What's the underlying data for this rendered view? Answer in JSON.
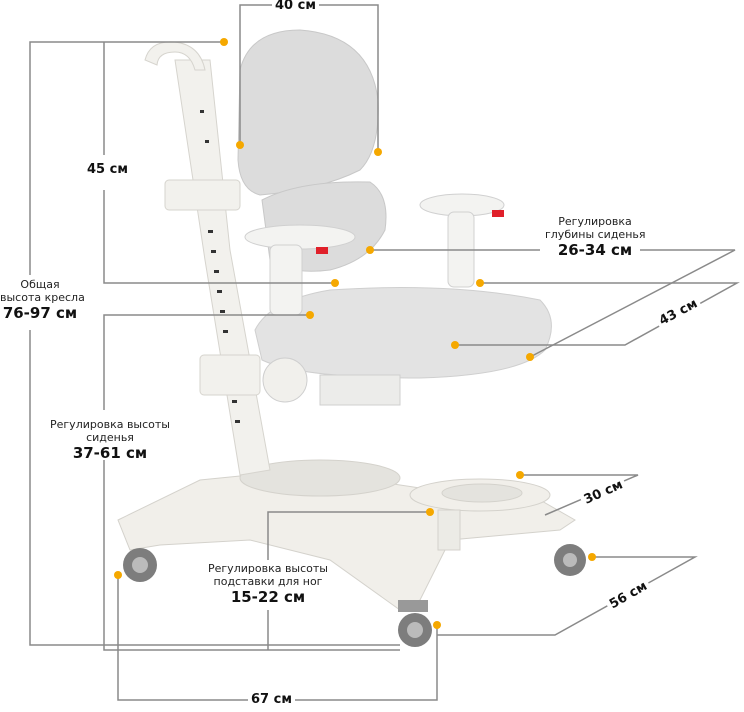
{
  "colors": {
    "line": "#8a8a8a",
    "dot": "#f5a800",
    "chair": "#e6e6e6",
    "mesh": "#d9d9d9",
    "frame": "#f1efea",
    "accent_red": "#e0202a"
  },
  "dimensions": {
    "backrest_width": "40 см",
    "backrest_height": "45 см",
    "total_height": {
      "label": "Общая высота кресла",
      "line1": "Общая",
      "line2": "высота кресла",
      "value": "76-97 см"
    },
    "seat_height": {
      "line1": "Регулировка высоты",
      "line2": "сиденья",
      "value": "37-61 см"
    },
    "seat_depth": {
      "line1": "Регулировка",
      "line2": "глубины сиденья",
      "value": "26-34 см"
    },
    "seat_width": "43 см",
    "footrest_depth": "30 см",
    "footrest_height": {
      "line1": "Регулировка высоты",
      "line2": "подставки для ног",
      "value": "15-22 см"
    },
    "base_depth": "56 см",
    "base_width": "67 см"
  }
}
